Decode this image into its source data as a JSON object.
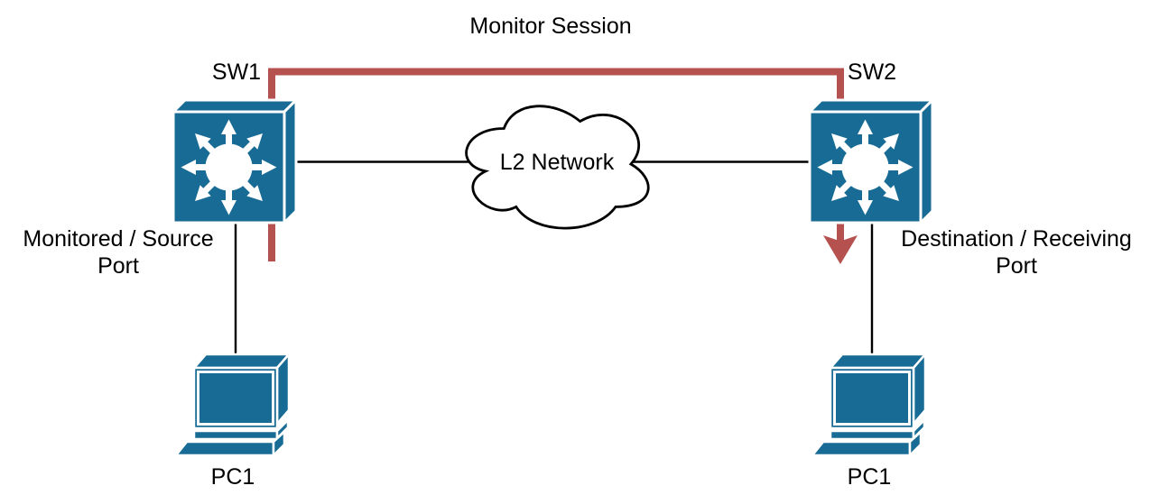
{
  "title": "Monitor Session",
  "colors": {
    "device_blue": "#186B94",
    "session_red": "#B5524F",
    "link_black": "#000000"
  },
  "devices": {
    "sw1": {
      "label": "SW1",
      "icon": "switch-icon",
      "port_label": "Monitored / Source Port"
    },
    "sw2": {
      "label": "SW2",
      "icon": "switch-icon",
      "port_label": "Destination / Receiving Port"
    },
    "cloud": {
      "label": "L2 Network",
      "icon": "cloud-icon"
    },
    "pc1_left": {
      "label": "PC1",
      "icon": "pc-icon"
    },
    "pc1_right": {
      "label": "PC1",
      "icon": "pc-icon"
    }
  }
}
